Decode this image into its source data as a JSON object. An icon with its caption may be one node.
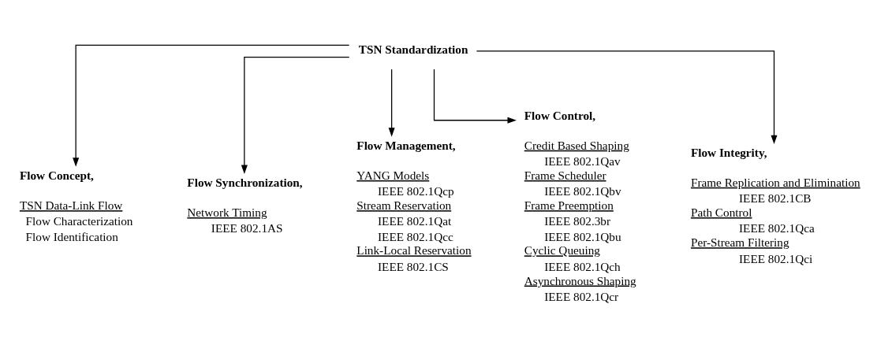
{
  "diagram": {
    "nodes": [
      {
        "text": [
          "TSN Standardization"
        ]
      },
      {
        "text": [
          "Flow Concept,",
          "TSN Data-Link Flow",
          "Flow Characterization",
          "Flow Identification"
        ]
      },
      {
        "text": [
          "Flow Synchronization,",
          "Network Timing",
          "IEEE 802.1AS"
        ]
      },
      {
        "text": [
          "Flow Management,",
          "YANG Models",
          "IEEE 802.1Qcp",
          "Stream Reservation",
          "IEEE 802.1Qat",
          "IEEE 802.1Qcc",
          "Link-Local Reservation",
          "IEEE 802.1CS"
        ]
      },
      {
        "text": [
          "Flow Control,",
          "Credit Based Shaping",
          "IEEE 802.1Qav",
          "Frame Scheduler",
          "IEEE 802.1Qbv",
          "Frame Preemption",
          "IEEE 802.3br",
          "IEEE 802.1Qbu",
          "Cyclic Queuing",
          "IEEE 802.1Qch",
          "Asynchronous Shaping",
          "IEEE 802.1Qcr"
        ]
      },
      {
        "text": [
          "Flow Integrity,",
          "Frame Replication and Elimination",
          "IEEE 802.1CB",
          "Path Control",
          "IEEE 802.1Qca",
          "Per-Stream Filtering",
          "IEEE 802.1Qci"
        ]
      }
    ],
    "edges": [
      {
        "from": 0,
        "to": 1,
        "arrow": "to"
      },
      {
        "from": 0,
        "to": 2,
        "arrow": "to"
      },
      {
        "from": 0,
        "to": 3,
        "arrow": "to"
      },
      {
        "from": 0,
        "to": 4,
        "arrow": "to"
      },
      {
        "from": 0,
        "to": 5,
        "arrow": "to"
      }
    ]
  }
}
